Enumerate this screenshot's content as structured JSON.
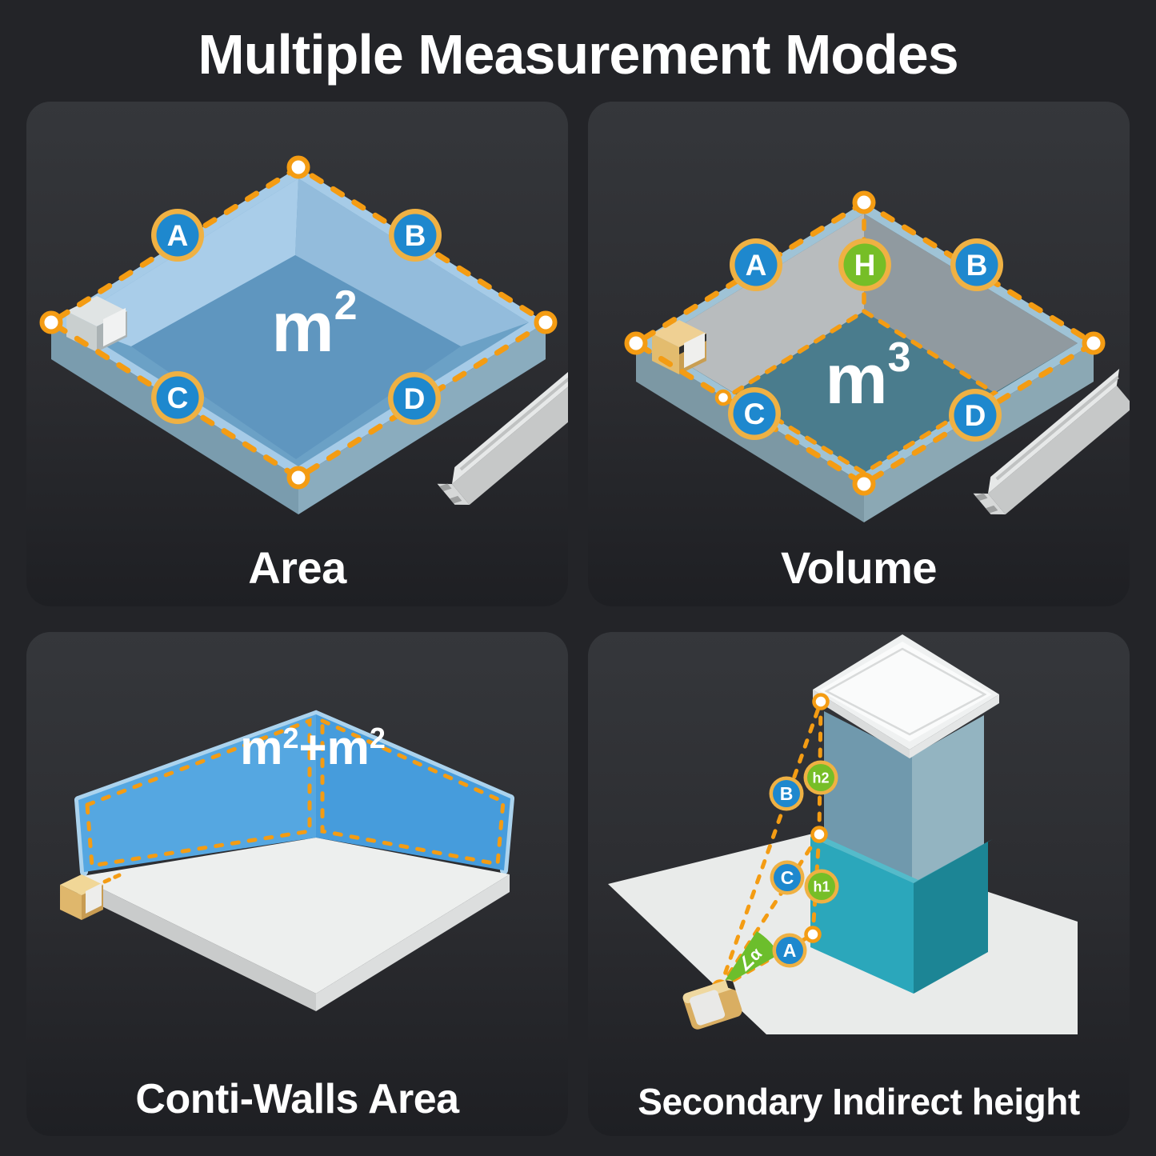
{
  "title": "Multiple Measurement Modes",
  "colors": {
    "background": "#232428",
    "dash_orange": "#F49C13",
    "badge_ring_gold": "#EFB143",
    "badge_blue": "#1E88CE",
    "badge_green": "#76BE27",
    "text_white": "#FFFFFF"
  },
  "panels": [
    {
      "id": "area",
      "caption": "Area",
      "unit": {
        "base": "m",
        "sup": "2"
      },
      "badges": [
        {
          "label": "A"
        },
        {
          "label": "B"
        },
        {
          "label": "C"
        },
        {
          "label": "D"
        }
      ]
    },
    {
      "id": "volume",
      "caption": "Volume",
      "unit": {
        "base": "m",
        "sup": "3"
      },
      "badges": [
        {
          "label": "A"
        },
        {
          "label": "H"
        },
        {
          "label": "B"
        },
        {
          "label": "C"
        },
        {
          "label": "D"
        }
      ]
    },
    {
      "id": "conti-walls-area",
      "caption": "Conti-Walls Area",
      "unit_parts": {
        "p0": "m",
        "p1": "2",
        "p2": "+m",
        "p3": "2"
      }
    },
    {
      "id": "secondary-indirect-height",
      "caption": "Secondary Indirect height",
      "badges": [
        {
          "label": "B"
        },
        {
          "label": "h2"
        },
        {
          "label": "C"
        },
        {
          "label": "h1"
        },
        {
          "label": "A"
        }
      ],
      "angle_label": "∠α"
    }
  ]
}
